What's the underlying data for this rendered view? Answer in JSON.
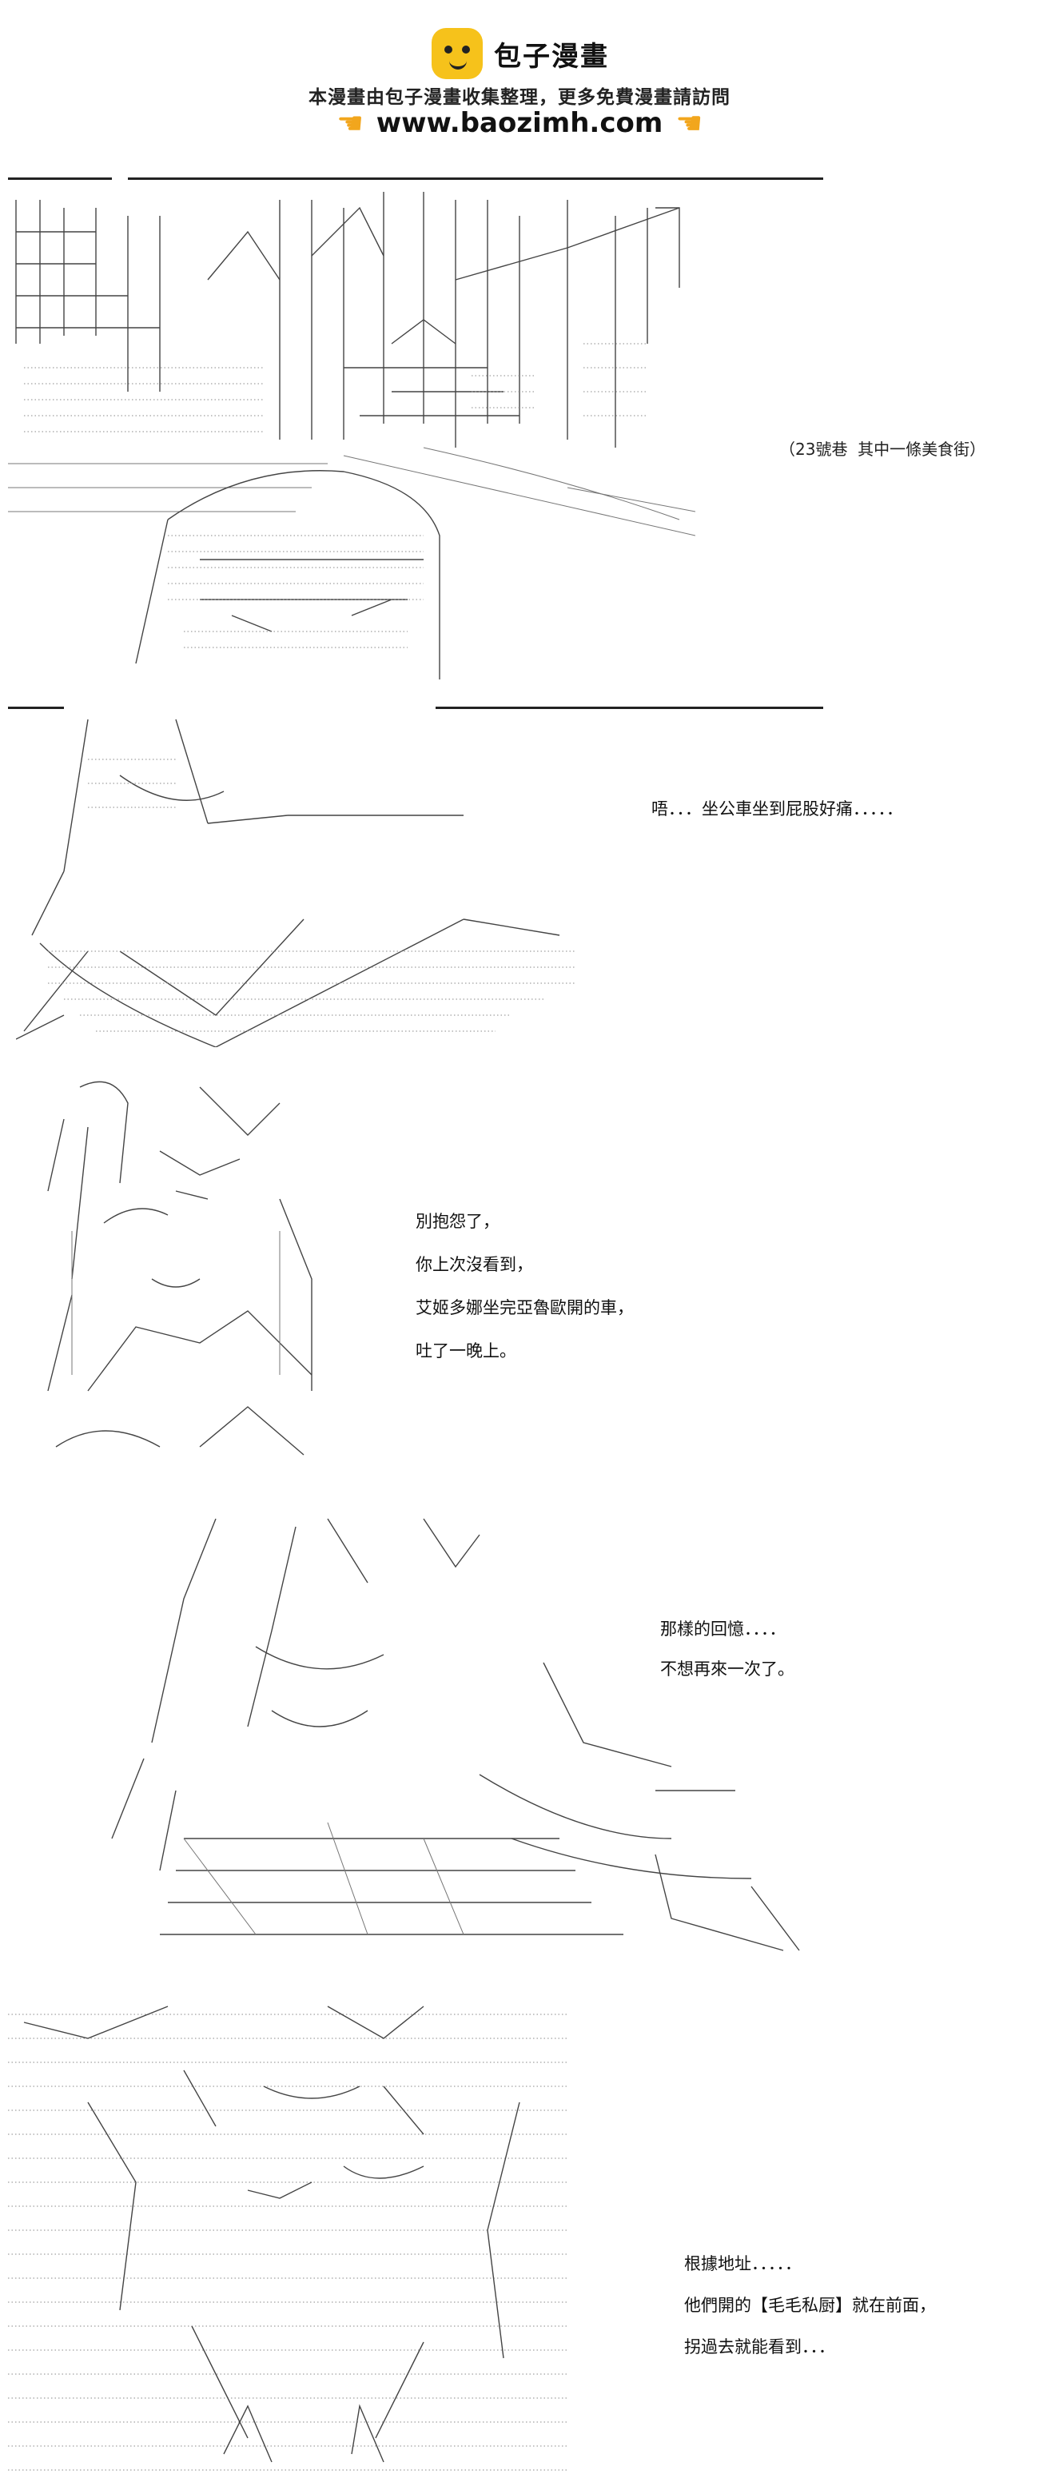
{
  "header": {
    "site_name": "包子漫畫",
    "notice": "本漫畫由包子漫畫收集整理，更多免費漫畫請訪問",
    "url": "www.baozimh.com",
    "hand_icon": "pointing-hand-icon",
    "logo_icon": "bun-face-logo-icon",
    "accent_color": "#f6c21b"
  },
  "panels": [
    {
      "id": "street-scene",
      "caption_lines": [
        "（23號巷  其中一條美食街）"
      ]
    },
    {
      "id": "sitting-character",
      "caption_lines": [
        "唔．．．坐公車坐到屁股好痛．．．．．"
      ]
    },
    {
      "id": "girl-talking",
      "caption_lines": [
        "別抱怨了，",
        "你上次沒看到，",
        "艾姬多娜坐完亞魯歐開的車，",
        "吐了一晚上。"
      ]
    },
    {
      "id": "long-hair-character",
      "caption_lines": [
        "那樣的回憶．．．．",
        "不想再來一次了。"
      ]
    },
    {
      "id": "dotted-character",
      "caption_lines": [
        "根據地址．．．．．",
        "他們開的【毛毛私厨】就在前面，",
        "拐過去就能看到．．．"
      ]
    }
  ]
}
